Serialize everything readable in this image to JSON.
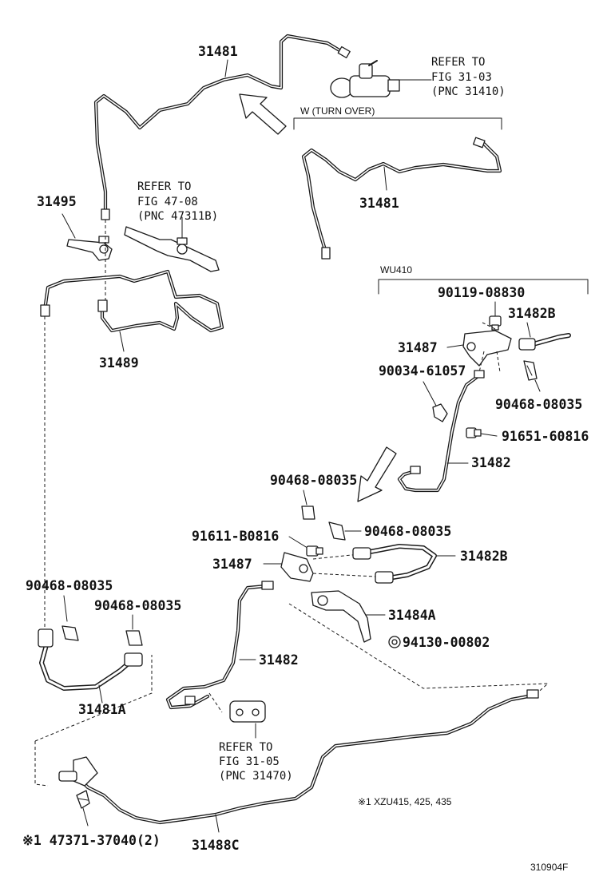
{
  "diagram_id": "310904F",
  "labels": {
    "p31481_top": "31481",
    "p31481_w": "31481",
    "p31495": "31495",
    "p31489": "31489",
    "p90119": "90119-08830",
    "p31482b_top": "31482B",
    "p31487_top": "31487",
    "p90034": "90034-61057",
    "p90468_right": "90468-08035",
    "p91651": "91651-60816",
    "p31482_mid": "31482",
    "p90468_mid1": "90468-08035",
    "p90468_mid2": "90468-08035",
    "p91611": "91611-B0816",
    "p31487_mid": "31487",
    "p31482b_mid": "31482B",
    "p90468_left1": "90468-08035",
    "p90468_left2": "90468-08035",
    "p31484a": "31484A",
    "p94130": "94130-00802",
    "p31482_low": "31482",
    "p31481a": "31481A",
    "p31488c": "31488C",
    "p47371": "※1 47371-37040(2)"
  },
  "refs": {
    "ref1": [
      "REFER TO",
      "FIG 31-03",
      "(PNC 31410)"
    ],
    "ref2": [
      "REFER TO",
      "FIG 47-08",
      "(PNC 47311B)"
    ],
    "ref3": [
      "REFER TO",
      "FIG 31-05",
      "(PNC 31470)"
    ]
  },
  "groups": {
    "w_turn_over": "W (TURN OVER)",
    "wu410": "WU410",
    "note1": "※1 XZU415, 425, 435"
  }
}
